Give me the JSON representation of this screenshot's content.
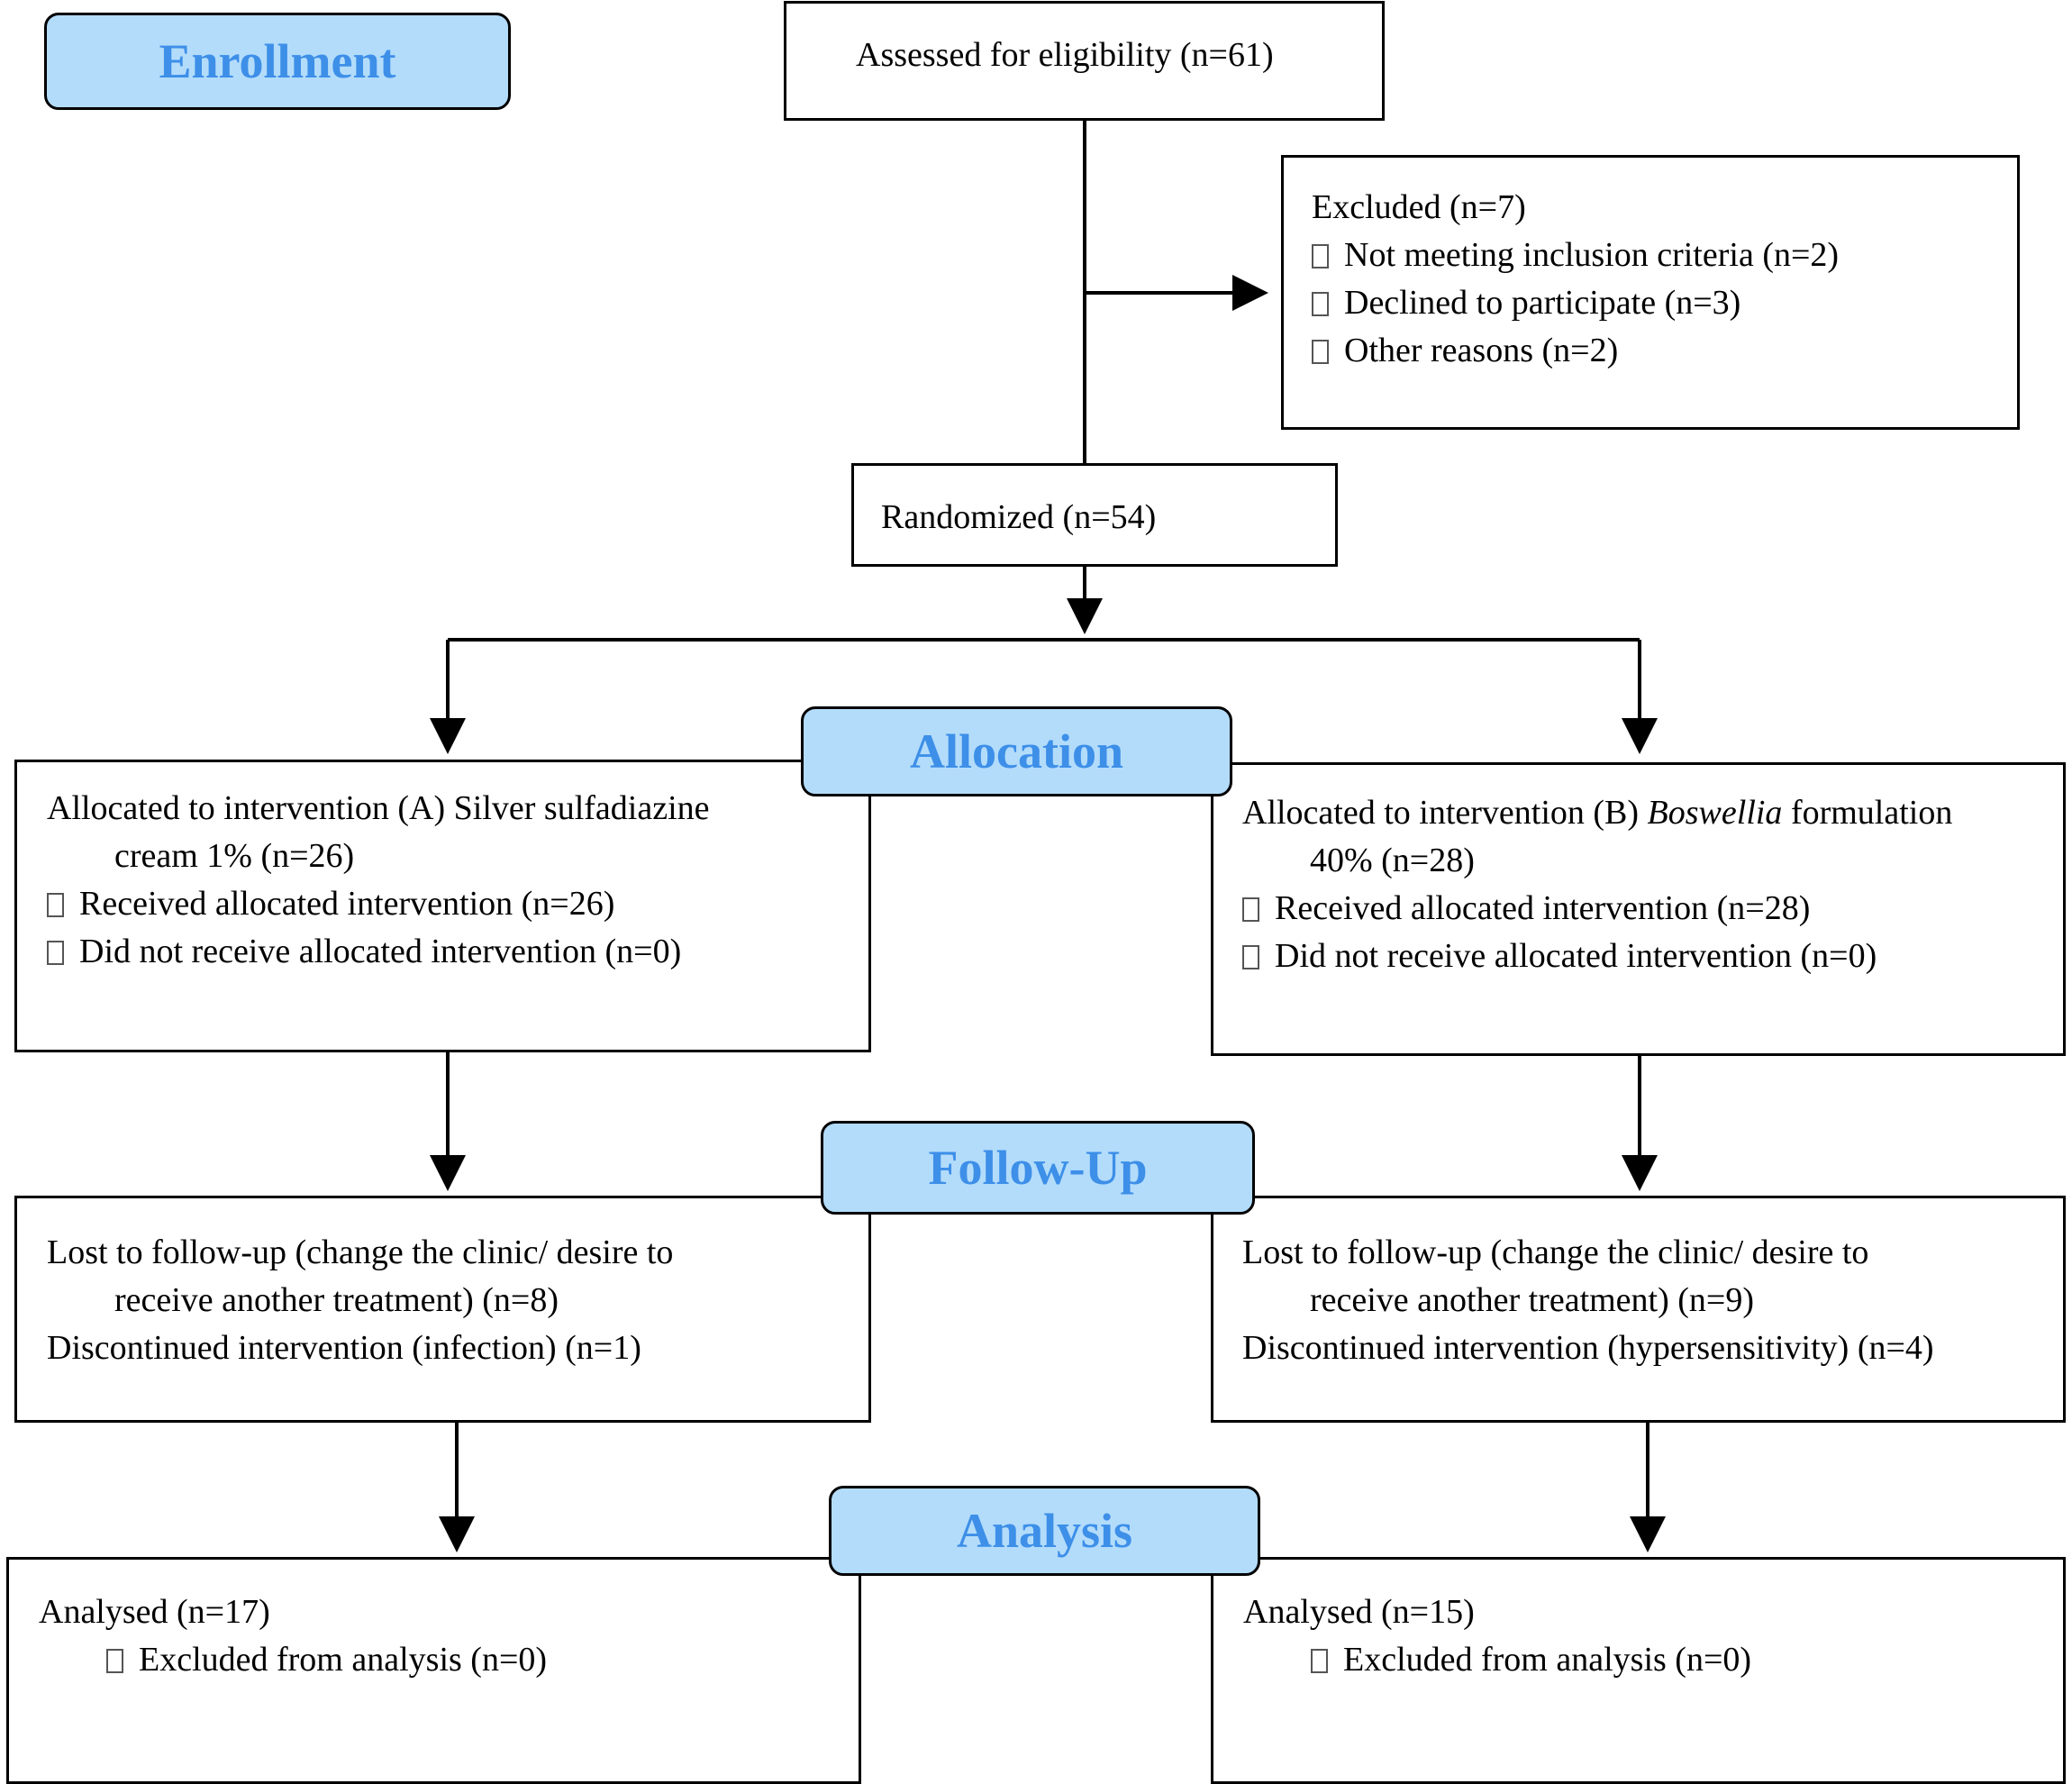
{
  "stages": {
    "enrollment": "Enrollment",
    "allocation": "Allocation",
    "follow_up": "Follow-Up",
    "analysis": "Analysis"
  },
  "assessed": {
    "text": "Assessed for eligibility (n=61)"
  },
  "excluded": {
    "title": "Excluded (n=7)",
    "items": [
      "Not meeting inclusion criteria (n=2)",
      "Declined to participate (n=3)",
      "Other reasons (n=2)"
    ]
  },
  "randomized": {
    "text": "Randomized (n=54)"
  },
  "allocation_a": {
    "line1": "Allocated to intervention (A) Silver sulfadiazine",
    "line2": "cream 1% (n=26)",
    "items": [
      "Received allocated intervention (n=26)",
      "Did not receive allocated intervention (n=0)"
    ]
  },
  "allocation_b": {
    "line1_pre": "Allocated to intervention (B) ",
    "line1_italic": "Boswellia",
    "line1_post": " formulation",
    "line2": "40% (n=28)",
    "items": [
      "Received allocated intervention (n=28)",
      "Did not receive allocated intervention (n=0)"
    ]
  },
  "followup_a": {
    "line1": "Lost to follow-up (change the clinic/ desire to",
    "line2": "receive another treatment) (n=8)",
    "line3": "Discontinued intervention (infection) (n=1)"
  },
  "followup_b": {
    "line1": "Lost to follow-up (change the clinic/ desire to",
    "line2": "receive another treatment) (n=9)",
    "line3": "Discontinued intervention (hypersensitivity) (n=4)"
  },
  "analysis_a": {
    "title": "Analysed (n=17)",
    "item": "Excluded from analysis (n=0)"
  },
  "analysis_b": {
    "title": "Analysed (n=15)",
    "item": "Excluded from analysis (n=0)"
  }
}
